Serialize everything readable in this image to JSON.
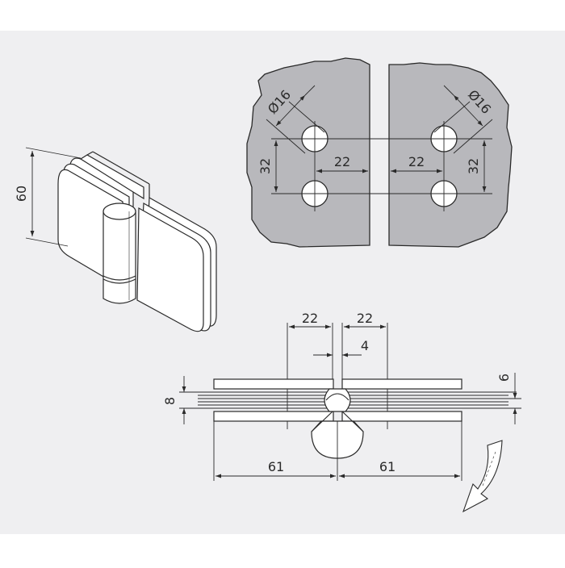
{
  "colors": {
    "panel": "#efeff1",
    "glass": "#b8b8bc",
    "line": "#2a2a2a",
    "fitting": "#ffffff"
  },
  "perspective_view": {
    "height_label": "60"
  },
  "glass_cutout": {
    "hole_diameter_left": "Ø16",
    "hole_diameter_right": "Ø16",
    "vertical_spacing_left": "32",
    "vertical_spacing_right": "32",
    "edge_offset_left": "22",
    "edge_offset_right": "22"
  },
  "top_view": {
    "offset_left": "22",
    "offset_right": "22",
    "gap": "4",
    "height": "8",
    "glass_thickness": "6",
    "length_left": "61",
    "length_right": "61"
  },
  "icons": {
    "rotation": "rotation-arrow-icon"
  }
}
